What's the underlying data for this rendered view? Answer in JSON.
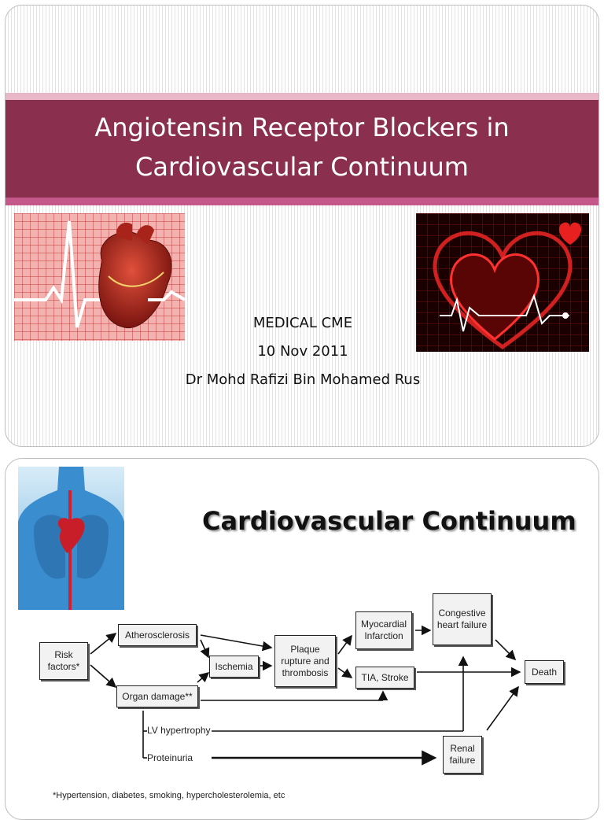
{
  "slide1": {
    "title_line1": "Angiotensin Receptor Blockers in",
    "title_line2": "Cardiovascular Continuum",
    "subtitle_line1": "MEDICAL CME",
    "subtitle_line2": "10 Nov 2011",
    "subtitle_line3": "Dr Mohd Rafizi Bin Mohamed Rus",
    "colors": {
      "band": "#8a2f4e",
      "band_accent": "#c4588a"
    }
  },
  "slide2": {
    "title": "Cardiovascular Continuum",
    "diagram": {
      "risk_factors": "Risk factors*",
      "atherosclerosis": "Atherosclerosis",
      "organ_damage": "Organ damage**",
      "ischemia": "Ischemia",
      "plaque": "Plaque rupture and thrombosis",
      "myocardial": "Myocardial Infarction",
      "tia_stroke": "TIA, Stroke",
      "chf": "Congestive heart failure",
      "death": "Death",
      "renal": "Renal failure",
      "lv_hypertrophy": "LV hypertrophy",
      "proteinuria": "Proteinuria"
    },
    "footnote": "*Hypertension, diabetes, smoking, hypercholesterolemia, etc"
  }
}
